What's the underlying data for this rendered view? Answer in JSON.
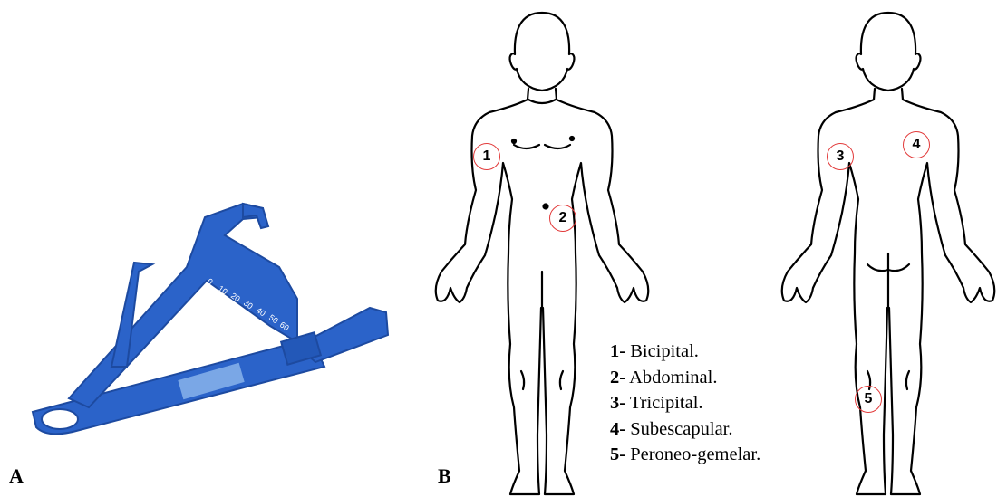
{
  "panels": {
    "a": "A",
    "b": "B"
  },
  "markers": [
    "1",
    "2",
    "3",
    "4",
    "5"
  ],
  "legend": [
    {
      "num": "1-",
      "text": "Bicipital."
    },
    {
      "num": "2-",
      "text": "Abdominal."
    },
    {
      "num": "3-",
      "text": "Tricipital."
    },
    {
      "num": "4-",
      "text": "Subescapular."
    },
    {
      "num": "5-",
      "text": "Peroneo-gemelar."
    }
  ],
  "caliper_scale": [
    "0",
    "10",
    "20",
    "30",
    "40",
    "50",
    "60"
  ],
  "colors": {
    "caliper": "#2b63c9",
    "caliper_dark": "#1d4aa0",
    "marker": "#e23b3b"
  }
}
